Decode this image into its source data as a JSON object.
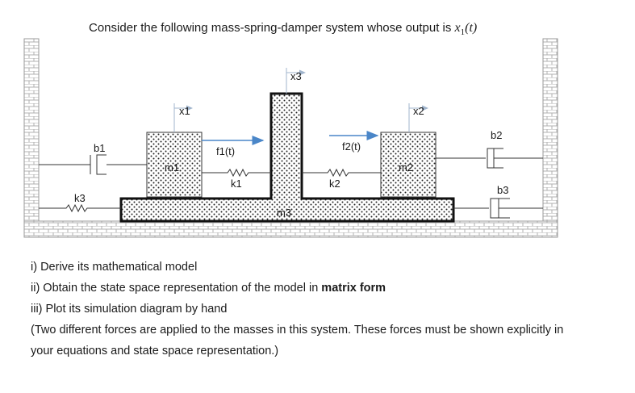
{
  "title": {
    "prefix": "Consider the following mass-spring-damper system whose output is ",
    "var": "x",
    "var_sub": "1",
    "var_arg": "(t)"
  },
  "diagram": {
    "masses": [
      "m1",
      "m2",
      "m3"
    ],
    "springs": [
      "k1",
      "k2",
      "k3"
    ],
    "dampers": [
      "b1",
      "b2",
      "b3"
    ],
    "forces": [
      "f1(t)",
      "f2(t)"
    ],
    "displacements": [
      "x1",
      "x2",
      "x3"
    ]
  },
  "questions": [
    {
      "prefix": "i) Derive its mathematical model",
      "bold": "",
      "suffix": ""
    },
    {
      "prefix": "ii) Obtain the state space representation of the model in ",
      "bold": "matrix form",
      "suffix": ""
    },
    {
      "prefix": "iii) Plot its simulation diagram by hand",
      "bold": "",
      "suffix": ""
    }
  ],
  "note": "(Two different forces are applied to the masses in this system. These forces must be shown explicitly in your equations and state space representation.)"
}
